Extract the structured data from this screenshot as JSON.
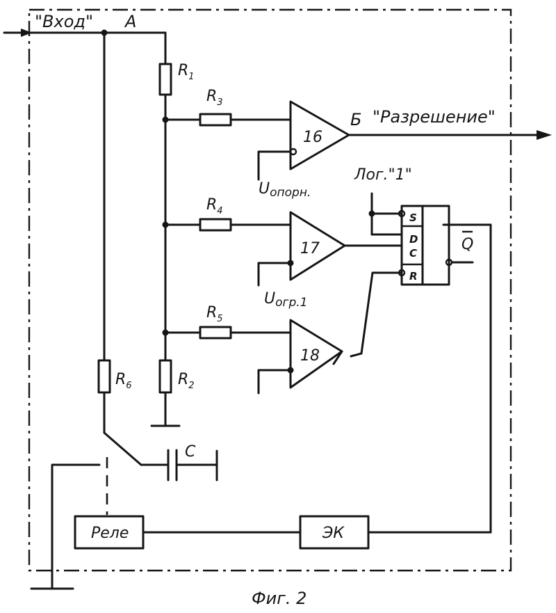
{
  "labels": {
    "input": "\"Вход\"",
    "node_a": "A",
    "node_b": "Б",
    "enable": "\"Разрешение\"",
    "logic_one": "Лог.\"1\"",
    "q_bar": "Q",
    "caption": "Фиг. 2"
  },
  "resistors": {
    "r1": "R",
    "r1_sub": "1",
    "r2": "R",
    "r2_sub": "2",
    "r3": "R",
    "r3_sub": "3",
    "r4": "R",
    "r4_sub": "4",
    "r5": "R",
    "r5_sub": "5",
    "r6": "R",
    "r6_sub": "6"
  },
  "capacitor": "C",
  "comparators": {
    "c16": "16",
    "c17": "17",
    "c18": "18"
  },
  "references": {
    "u_ref": "U",
    "u_ref_sub": "опорн.",
    "u_lim": "U",
    "u_lim_sub": "огр.1"
  },
  "flipflop": {
    "s": "S",
    "d": "D",
    "c": "C",
    "r": "R"
  },
  "blocks": {
    "relay": "Реле",
    "ek": "ЭК"
  }
}
